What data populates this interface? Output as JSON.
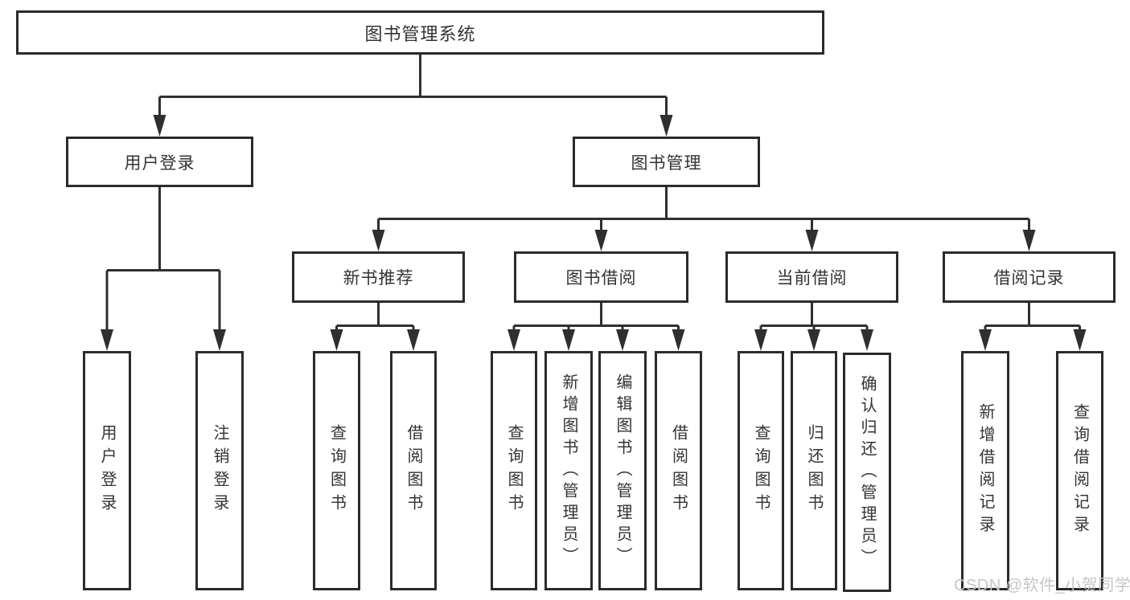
{
  "diagram": {
    "root": {
      "label": "图书管理系统"
    },
    "level2": [
      {
        "label": "用户登录"
      },
      {
        "label": "图书管理"
      }
    ],
    "level3": [
      {
        "label": "新书推荐"
      },
      {
        "label": "图书借阅"
      },
      {
        "label": "当前借阅"
      },
      {
        "label": "借阅记录"
      }
    ],
    "leaves": {
      "user_login": [
        {
          "label": "用户登录"
        },
        {
          "label": "注销登录"
        }
      ],
      "new_book": [
        {
          "label": "查询图书"
        },
        {
          "label": "借阅图书"
        }
      ],
      "book_borrow": [
        {
          "label": "查询图书"
        },
        {
          "label": "新增图书（管理员）"
        },
        {
          "label": "编辑图书（管理员）"
        },
        {
          "label": "借阅图书"
        }
      ],
      "current_borrow": [
        {
          "label": "查询图书"
        },
        {
          "label": "归还图书"
        },
        {
          "label": "确认归还（管理员）"
        }
      ],
      "borrow_record": [
        {
          "label": "新增借阅记录"
        },
        {
          "label": "查询借阅记录"
        }
      ]
    },
    "colors": {
      "line": "#2f2f2f",
      "box_border": "#2b2b2b",
      "box_fill": "#ffffff",
      "text": "#333333",
      "watermark": "#c6c6c6"
    }
  },
  "watermark": {
    "text": "CSDN @软件_小贺同学"
  }
}
